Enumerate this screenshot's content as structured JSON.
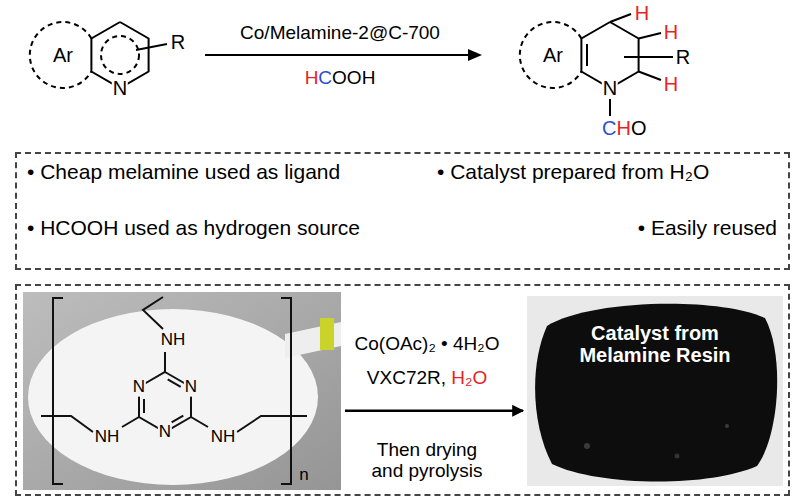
{
  "diagram": {
    "nodes": [
      {
        "text": [
          "• Cheap melamine used as ligand",
          "• Catalyst prepared from H₂O",
          "• HCOOH used as hydrogen source",
          "• Easily reused"
        ]
      },
      {
        "text": [
          "Co(OAc)₂ • 4H₂O",
          "VXC72R, H₂O",
          "Then drying and pyrolysis"
        ]
      },
      {
        "text": [
          "NH",
          "N",
          "N",
          "N",
          "NH",
          "NH",
          "n"
        ],
        "in": 1
      },
      {
        "text": [
          "Catalyst from Melamine Resin"
        ],
        "in": 1
      }
    ],
    "edges": [
      {
        "from": 2,
        "to": 3,
        "arrow": "to"
      }
    ],
    "labels": [
      "Ar",
      "N",
      "R",
      "Co/Melamine-2@C-700",
      "HCOOH",
      "Ar",
      "H",
      "H",
      "H",
      "R",
      "N",
      "CHO"
    ]
  }
}
